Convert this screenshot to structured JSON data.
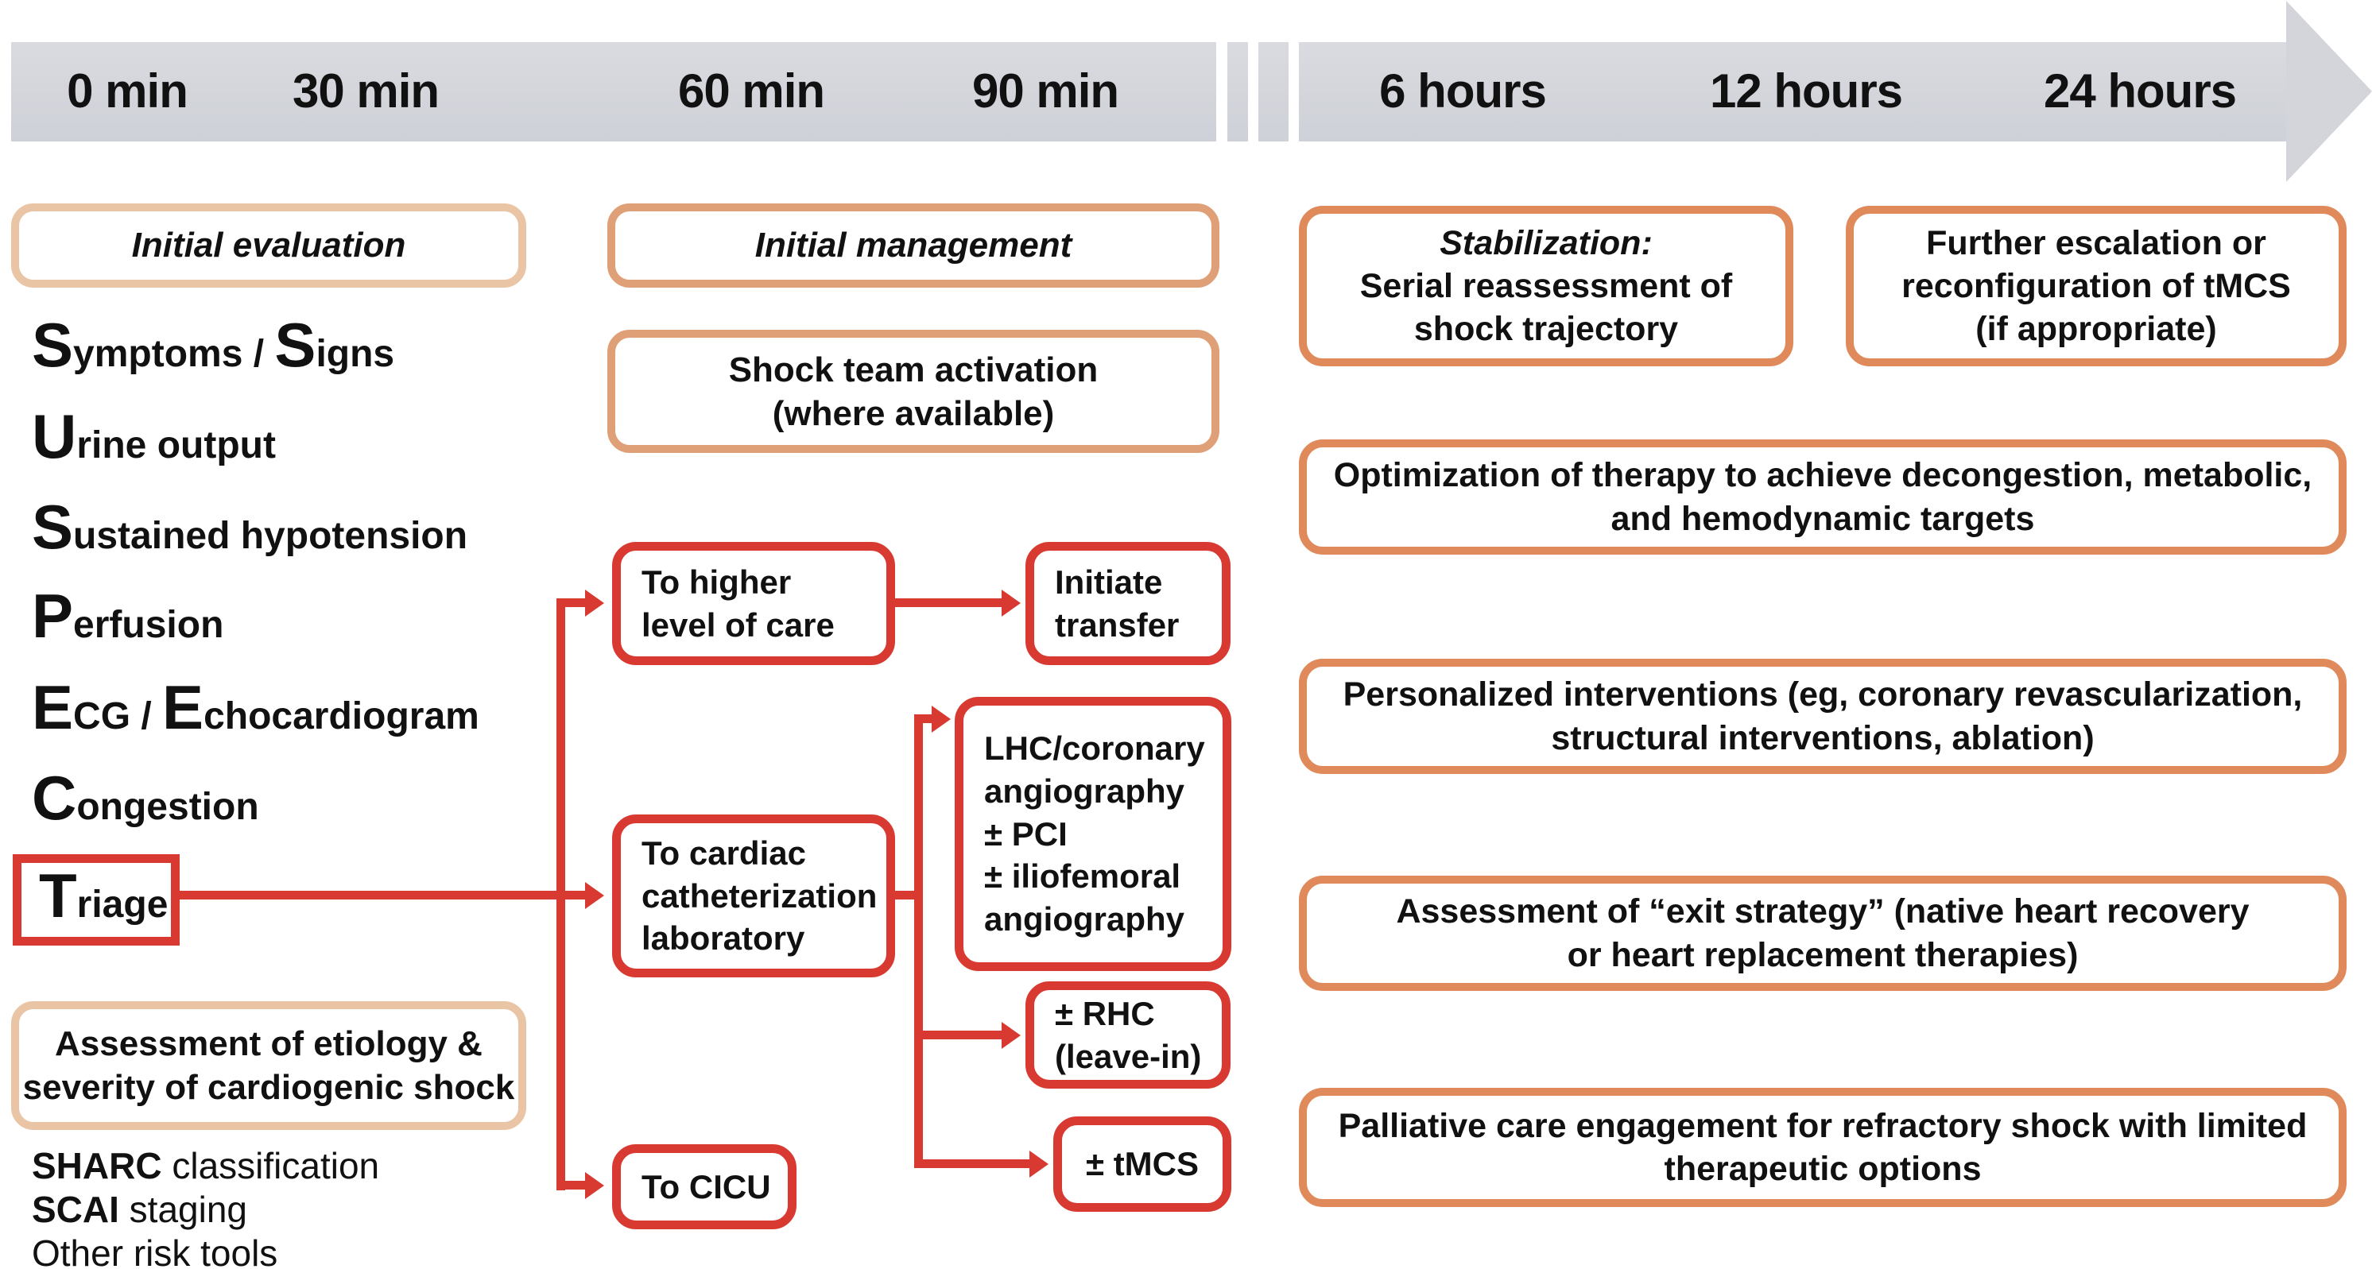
{
  "timeline": {
    "labels": [
      "0 min",
      "30 min",
      "60 min",
      "90 min",
      "6 hours",
      "12 hours",
      "24 hours"
    ]
  },
  "left": {
    "header": "Initial evaluation",
    "mnemonic": [
      {
        "b1": "S",
        "r1": "ymptoms / ",
        "b2": "S",
        "r2": "igns"
      },
      {
        "b1": "U",
        "r1": "rine output"
      },
      {
        "b1": "S",
        "r1": "ustained hypotension"
      },
      {
        "b1": "P",
        "r1": "erfusion"
      },
      {
        "b1": "E",
        "r1": "CG / ",
        "b2": "E",
        "r2": "chocardiogram"
      },
      {
        "b1": "C",
        "r1": "ongestion"
      },
      {
        "b1": "T",
        "r1": "riage"
      }
    ],
    "assessment_box": "Assessment of etiology &\nseverity of cardiogenic shock",
    "tools": [
      {
        "b": "SHARC",
        "r": " classification"
      },
      {
        "b": "SCAI",
        "r": " staging"
      },
      {
        "b": "",
        "r": "Other risk tools"
      }
    ]
  },
  "middle": {
    "header": "Initial management",
    "shock_team": "Shock team activation\n(where available)",
    "to_higher": "To higher\nlevel of care",
    "initiate_transfer": "Initiate\ntransfer",
    "cath_lab": "To cardiac\ncatheterization\nlaboratory",
    "lhc": "LHC/coronary\nangiography\n± PCI\n± iliofemoral\nangiography",
    "rhc": "± RHC\n(leave-in)",
    "tmcs": "± tMCS",
    "cicu": "To CICU"
  },
  "right": {
    "stabilization_lead": "Stabilization:",
    "stabilization_rest": "Serial reassessment of\nshock trajectory",
    "further_escalation": "Further escalation or\nreconfiguration of tMCS\n(if appropriate)",
    "optimization": "Optimization of therapy to achieve decongestion, metabolic,\nand hemodynamic targets",
    "personalized": "Personalized interventions (eg, coronary revascularization,\nstructural interventions, ablation)",
    "exit_strategy": "Assessment of “exit strategy” (native heart recovery\nor heart replacement therapies)",
    "palliative": "Palliative care engagement for refractory shock with limited\ntherapeutic options"
  },
  "colors": {
    "peach_light": "#eac5a5",
    "peach_mid": "#dfa078",
    "orange": "#e08a5c",
    "red": "#d83a32",
    "bar_gray": "#d3d5db",
    "text": "#111111"
  }
}
